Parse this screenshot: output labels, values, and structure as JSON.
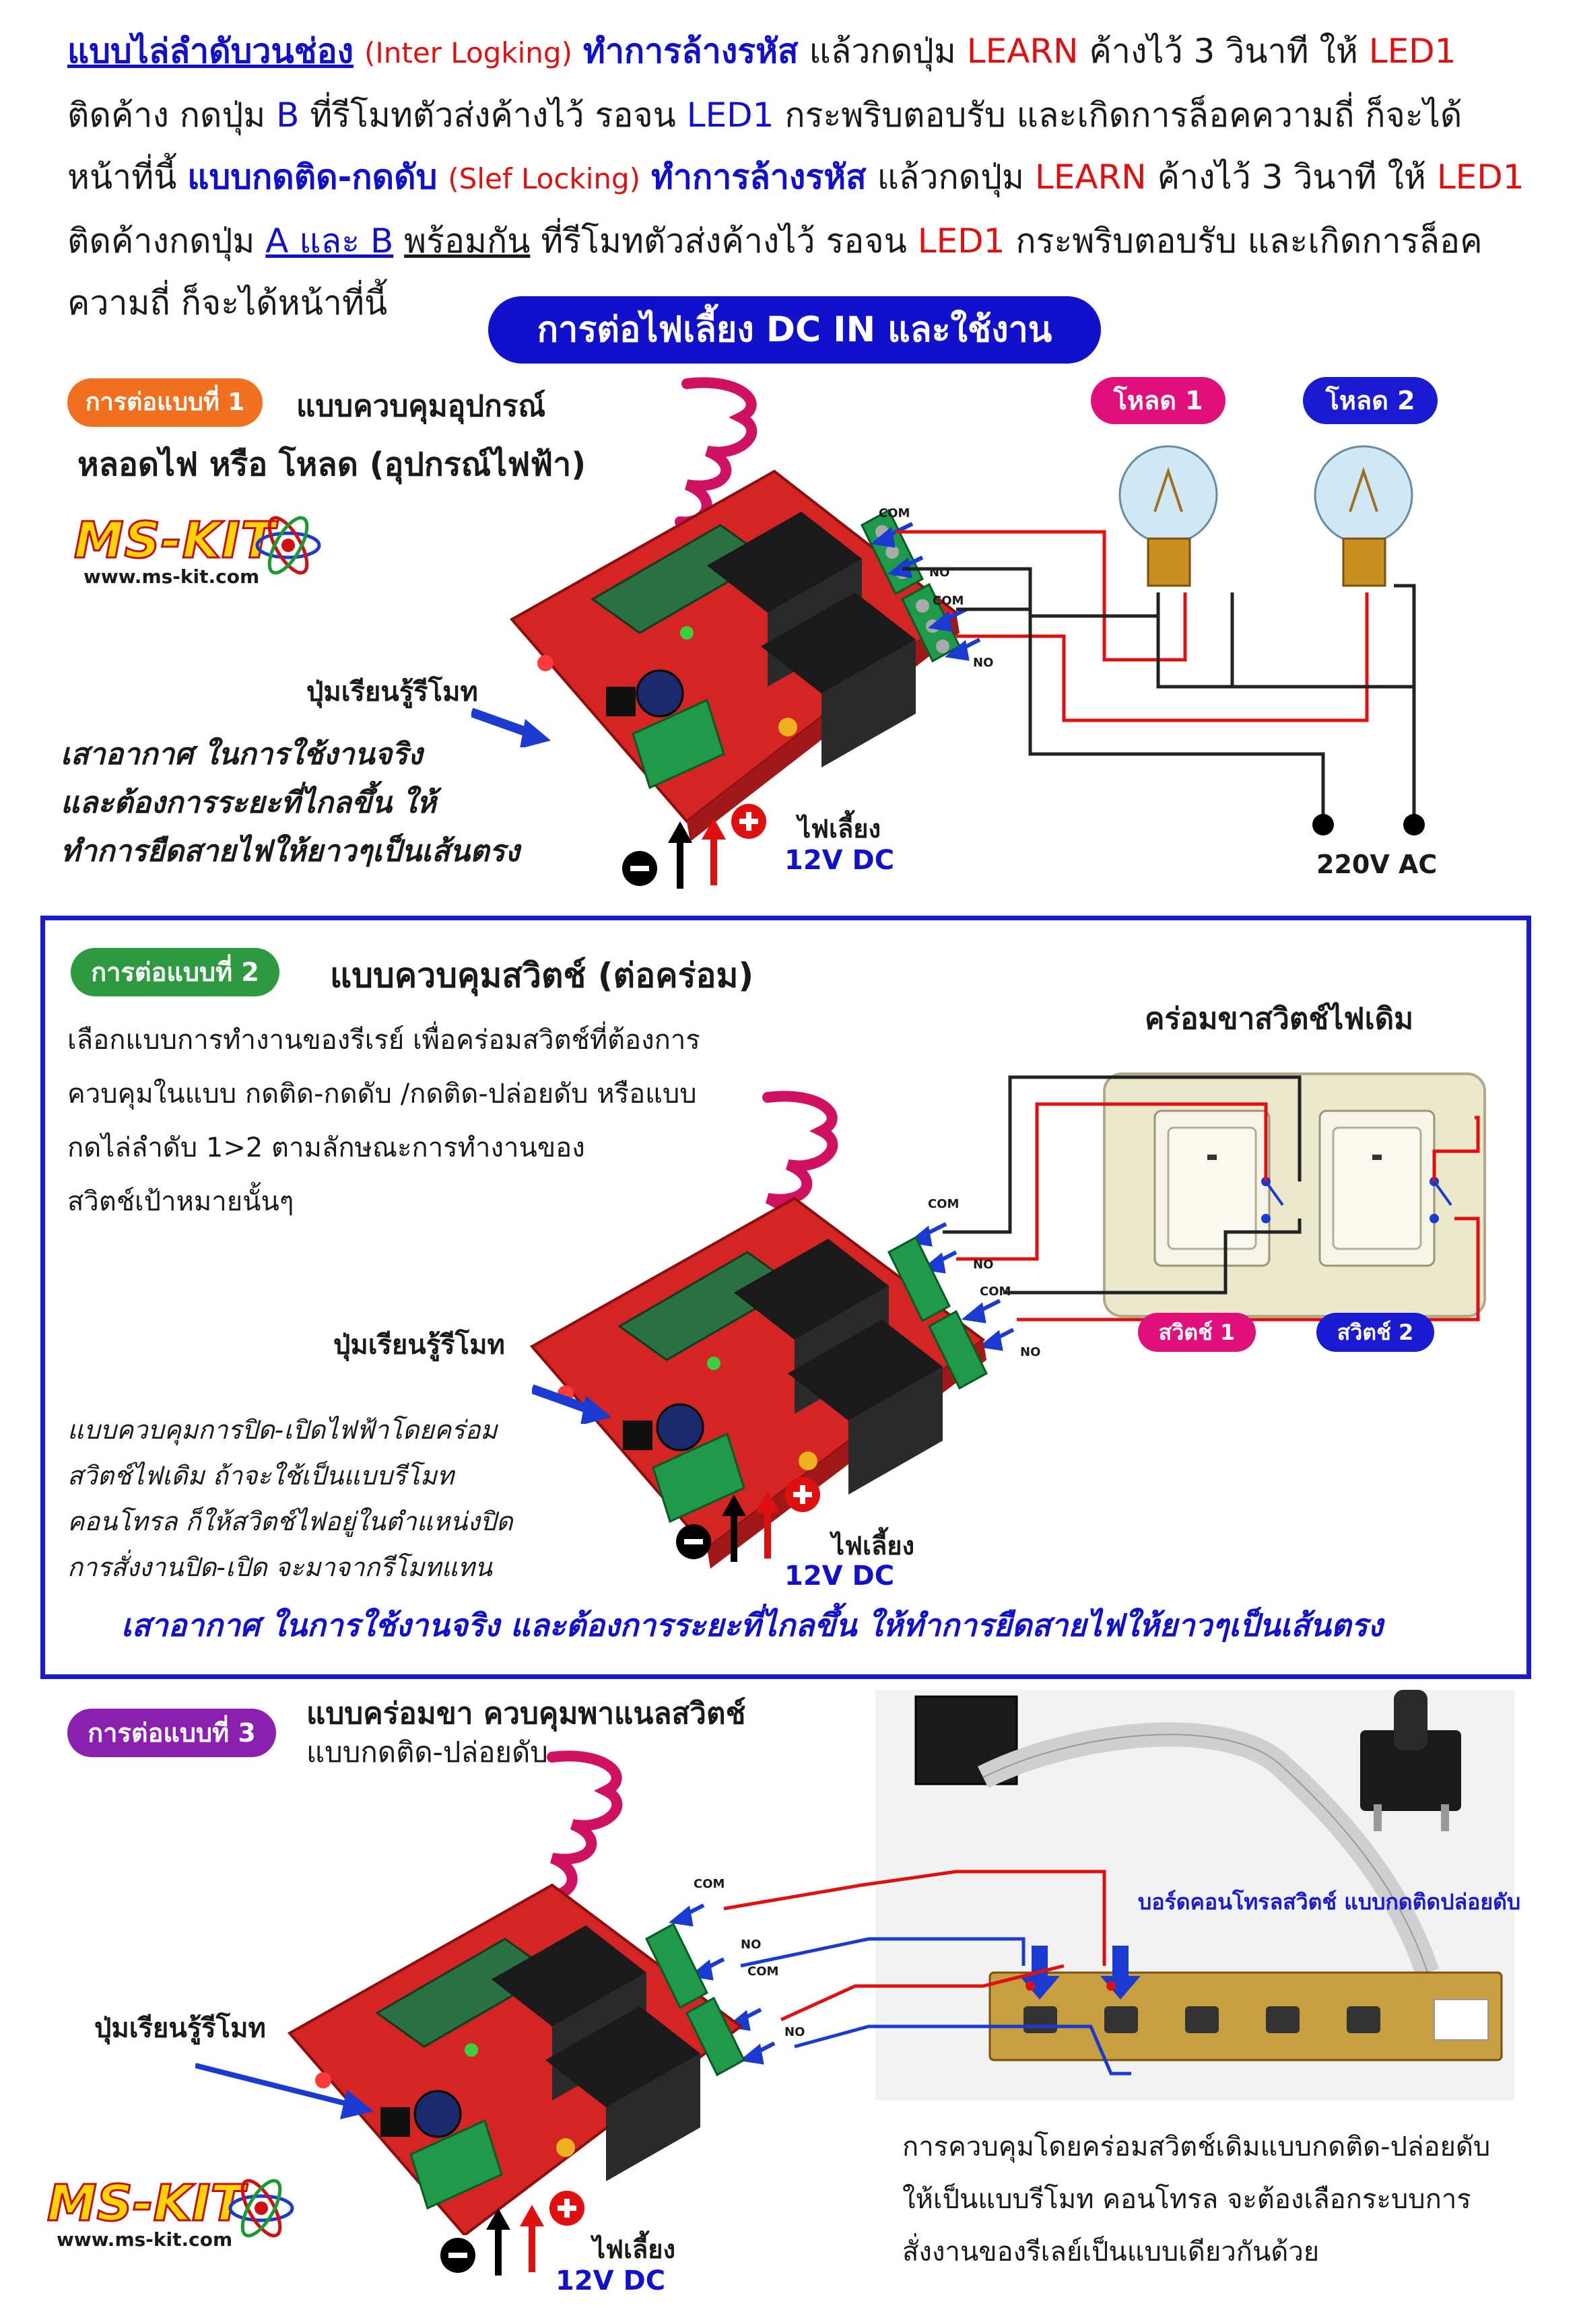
{
  "intro": {
    "line1_a": "แบบไล่ลำดับวนช่อง",
    "line1_b": "(Inter Logking)",
    "line1_c": "ทำการล้างรหัส",
    "line1_d": "แล้วกดปุ่ม",
    "line1_e": "LEARN",
    "line1_f": "ค้างไว้ 3 วินาที ให้",
    "line1_g": "LED1",
    "line2_a": "ติดค้าง กดปุ่ม",
    "line2_b": "B",
    "line2_c": "ที่รีโมทตัวส่งค้างไว้ รอจน",
    "line2_d": "LED1",
    "line2_e": "กระพริบตอบรับ และเกิดการล็อคความถี่ ก็จะได้",
    "line3_a": "หน้าที่นี้",
    "line3_b": "แบบกดติด-กดดับ",
    "line3_c": "(Slef Locking)",
    "line3_d": "ทำการล้างรหัส",
    "line3_e": "แล้วกดปุ่ม",
    "line3_f": "LEARN",
    "line3_g": "ค้างไว้ 3 วินาที ให้",
    "line3_h": "LED1",
    "line4_a": "ติดค้างกดปุ่ม",
    "line4_b": "A และ B",
    "line4_c": "พร้อมกัน",
    "line4_d": "ที่รีโมทตัวส่งค้างไว้ รอจน",
    "line4_e": "LED1",
    "line4_f": "กระพริบตอบรับ และเกิดการล็อค",
    "line5": "ความถี่ ก็จะได้หน้าที่นี้"
  },
  "banner": "การต่อไฟเลี้ยง DC IN และใช้งาน",
  "brand": {
    "logo": "MS-KIT",
    "url": "www.ms-kit.com"
  },
  "section1": {
    "pill": "การต่อแบบที่ 1",
    "title": "แบบควบคุมอุปกรณ์",
    "subtitle": "หลอดไฟ หรือ โหลด (อุปกรณ์ไฟฟ้า)",
    "load1": "โหลด 1",
    "load2": "โหลด 2",
    "learn_label": "ปุ่มเรียนรู้รีโมท",
    "antenna_note": [
      "เสาอากาศ ในการใช้งานจริง",
      "และต้องการระยะที่ไกลขึ้น ให้",
      "ทำการยืดสายไฟให้ยาวๆเป็นเส้นตรง"
    ],
    "power_label": "ไฟเลี้ยง",
    "power_value": "12V DC",
    "ac_label": "220V AC",
    "com1": "COM",
    "no1": "NO",
    "com2": "COM",
    "no2": "NO"
  },
  "section2": {
    "pill": "การต่อแบบที่ 2",
    "title": "แบบควบคุมสวิตช์ (ต่อคร่อม)",
    "desc": [
      "เลือกแบบการทำงานของรีเรย์ เพื่อคร่อมสวิตช์ที่ต้องการ",
      "ควบคุมในแบบ กดติด-กดดับ /กดติด-ปล่อยดับ หรือแบบ",
      "กดไล่ลำดับ 1>2  ตามลักษณะการทำงานของ",
      "สวิตช์เป้าหมายนั้นๆ"
    ],
    "switch_title": "คร่อมขาสวิตช์ไฟเดิม",
    "switch1": "สวิตช์ 1",
    "switch2": "สวิตช์ 2",
    "learn_label": "ปุ่มเรียนรู้รีโมท",
    "note": [
      "แบบควบคุมการปิด-เปิดไฟฟ้าโดยคร่อม",
      "สวิตช์ไฟเดิม ถ้าจะใช้เป็นแบบรีโมท",
      "คอนโทรล ก็ให้สวิตช์ไฟอยู่ในตำแหน่งปิด",
      "การสั่งงานปิด-เปิด จะมาจากรีโมทแทน"
    ],
    "power_label": "ไฟเลี้ยง",
    "power_value": "12V DC",
    "antenna_note": "เสาอากาศ ในการใช้งานจริง และต้องการระยะที่ไกลขึ้น ให้ทำการยืดสายไฟให้ยาวๆเป็นเส้นตรง",
    "com1": "COM",
    "no1": "NO",
    "com2": "COM",
    "no2": "NO"
  },
  "section3": {
    "pill": "การต่อแบบที่ 3",
    "title": "แบบคร่อมขา ควบคุมพาแนลสวิตช์",
    "subtitle": "แบบกดติด-ปล่อยดับ",
    "board_label": "บอร์ดคอนโทรลสวิตช์ แบบกดติดปล่อยดับ",
    "learn_label": "ปุ่มเรียนรู้รีโมท",
    "note": [
      "การควบคุมโดยคร่อมสวิตช์เดิมแบบกดติด-ปล่อยดับ",
      "ให้เป็นแบบรีโมท  คอนโทรล จะต้องเลือกระบบการ",
      "สั่งงานของรีเลย์เป็นแบบเดียวกันด้วย"
    ],
    "power_label": "ไฟเลี้ยง",
    "power_value": "12V DC",
    "com1": "COM",
    "no1": "NO",
    "com2": "COM",
    "no2": "NO"
  },
  "colors": {
    "blue": "#1111cc",
    "red": "#e01010",
    "orange": "#f07020",
    "green": "#2e9a40",
    "purple": "#8a1fb0",
    "magenta": "#e0107a",
    "navy_pill": "#1a1ad0"
  }
}
